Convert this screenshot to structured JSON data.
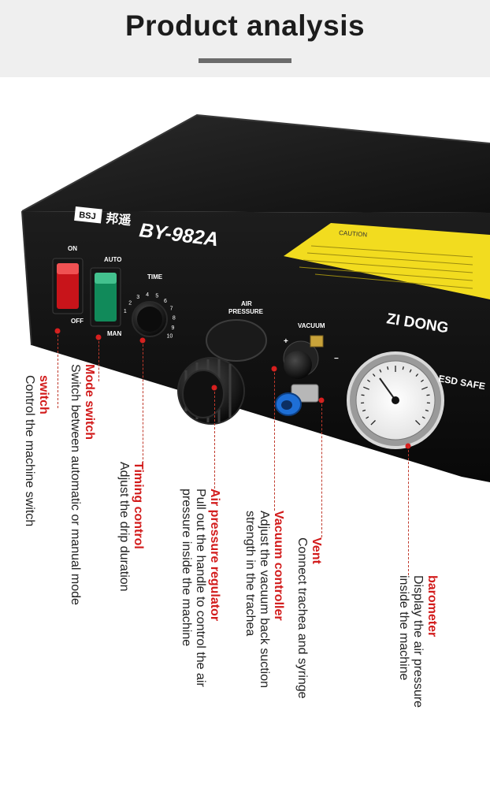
{
  "header": {
    "title": "Product analysis"
  },
  "device": {
    "brand_logo": "BSJ",
    "brand_cn": "邦遥",
    "model": "BY-982A",
    "right_label": "ZI DONG",
    "caution_title": "CAUTION",
    "esd": "ESD SAFE",
    "power_switch": {
      "on": "ON",
      "off": "OFF"
    },
    "mode_switch": {
      "auto": "AUTO",
      "manual": "MAN"
    },
    "timer_label": "TIME",
    "timer_ticks": [
      "1",
      "2",
      "3",
      "4",
      "5",
      "6",
      "7",
      "8",
      "9",
      "10"
    ],
    "air_pressure_label": [
      "AIR",
      "PRESSURE"
    ],
    "vacuum_label": "VACUUM",
    "vacuum_signs": [
      "+",
      "−"
    ]
  },
  "callouts": {
    "switch": {
      "title": "switch",
      "desc": [
        "Control the machine switch"
      ]
    },
    "mode": {
      "title": "Mode switch",
      "desc": [
        "Switch between automatic or manual mode"
      ]
    },
    "timing": {
      "title": "Timing control",
      "desc": [
        "Adjust the drip duration"
      ]
    },
    "air": {
      "title": "Air pressure regulator",
      "desc": [
        "Pull out the handle to control the air",
        "pressure inside the machine"
      ]
    },
    "vacuum": {
      "title": "Vacuum controller",
      "desc": [
        "Adjust the vacuum back suction",
        "strength in the trachea"
      ]
    },
    "vent": {
      "title": "Vent",
      "desc": [
        "Connect trachea and syringe"
      ]
    },
    "barometer": {
      "title": "barometer",
      "desc": [
        "Display the air pressure",
        "inside the machine"
      ]
    }
  },
  "colors": {
    "accent_red": "#d21b1b",
    "device_black": "#121212",
    "caution_yellow": "#f2dc1f"
  }
}
